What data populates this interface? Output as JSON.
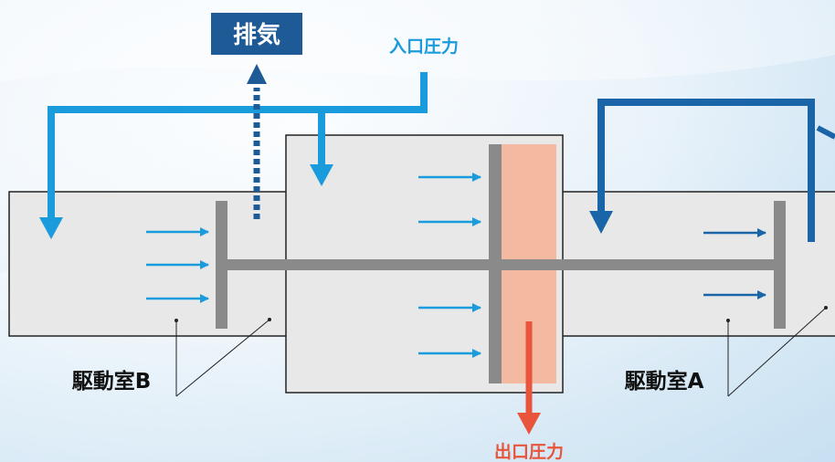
{
  "labels": {
    "exhaust": "排気",
    "inlet_pressure": "入口圧力",
    "outlet_pressure": "出口圧力",
    "chamber_b": "駆動室B",
    "chamber_a": "駆動室A"
  },
  "colors": {
    "background_light": "#ffffff",
    "background_blue": "#cfe6f5",
    "chamber_fill": "#e8e8e8",
    "outline": "#222222",
    "rod": "#8a8a8a",
    "inlet_blue": "#1a9bdc",
    "drive_blue": "#1a64a8",
    "exhaust_box": "#1d5a96",
    "outlet_red": "#e8553c",
    "piston_pad": "#f4b9a1",
    "label_text": "#111111"
  }
}
